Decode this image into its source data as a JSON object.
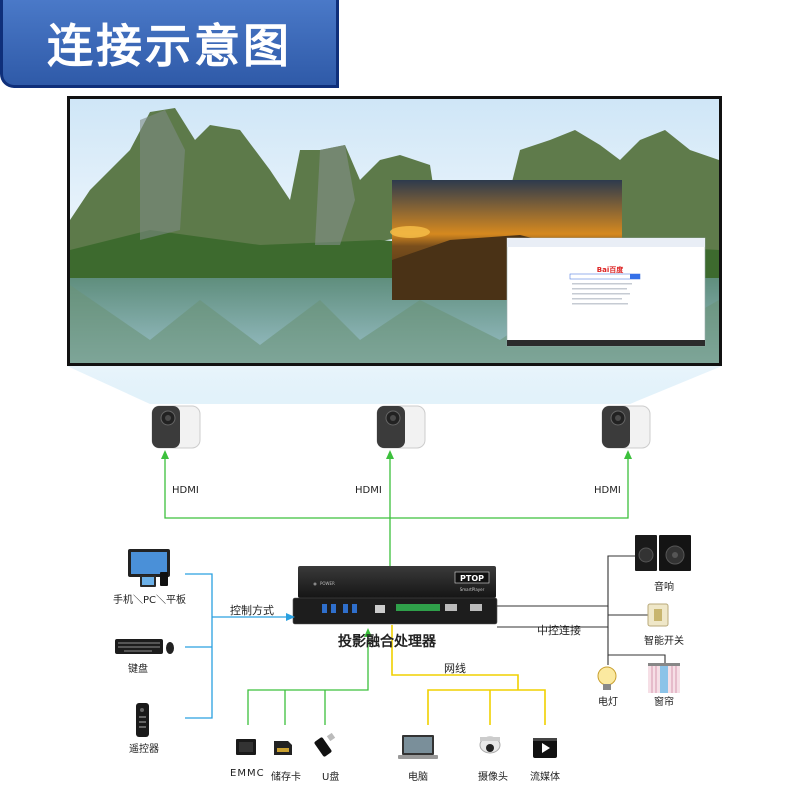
{
  "title": "连接示意图",
  "screen": {
    "browser_logo": "Bai百度"
  },
  "projector_links": [
    "HDMI",
    "HDMI",
    "HDMI"
  ],
  "processor": {
    "name": "投影融合处理器",
    "brand": "PTOP",
    "sub_brand": "SmartPlayer",
    "power_label": "POWER"
  },
  "control_inputs": {
    "label": "控制方式",
    "devices": [
      "手机＼PC＼平板",
      "键盘",
      "遥控器"
    ]
  },
  "storage": {
    "devices": [
      "EMMC",
      "储存卡",
      "U盘"
    ]
  },
  "network": {
    "label": "网线",
    "devices": [
      "电脑",
      "摄像头",
      "流媒体"
    ]
  },
  "central_control": {
    "label": "中控连接",
    "devices": [
      "音响",
      "智能开关",
      "电灯",
      "窗帘"
    ]
  },
  "colors": {
    "banner": "#3a67b8",
    "hdmi_line": "#3cc03c",
    "control_line": "#2aa0e0",
    "network_line": "#f0d000",
    "central_line": "#333333"
  }
}
